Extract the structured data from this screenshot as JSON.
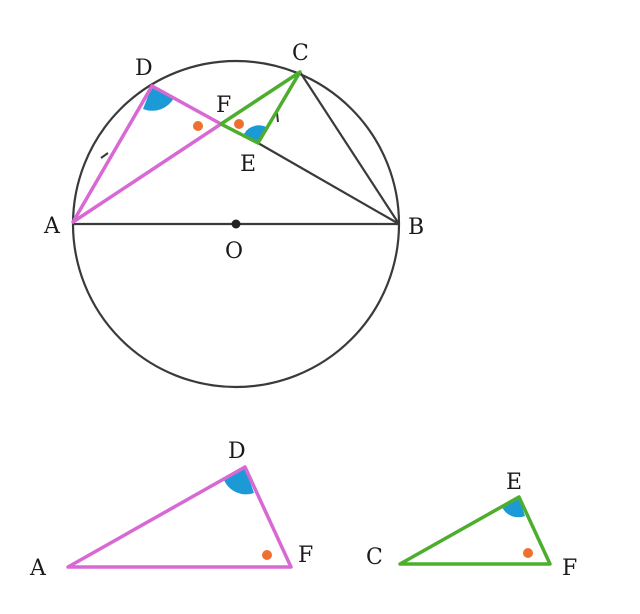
{
  "colors": {
    "circle": "#3a3a3a",
    "black_line": "#3a3a3a",
    "triangle_ADF": "#D868D4",
    "triangle_CEF": "#4DAE2E",
    "angle_arc_fill": "#1C9AD6",
    "angle_dot": "#EE7030"
  },
  "top_figure": {
    "circle": {
      "center_label": "O"
    },
    "points": {
      "A": {
        "label": "A"
      },
      "B": {
        "label": "B"
      },
      "C": {
        "label": "C"
      },
      "D": {
        "label": "D"
      },
      "E": {
        "label": "E"
      },
      "F": {
        "label": "F"
      },
      "O": {
        "label": "O"
      }
    }
  },
  "bottom_left_triangle": {
    "name": "triangle ADF",
    "labels": {
      "A": "A",
      "D": "D",
      "F": "F"
    }
  },
  "bottom_right_triangle": {
    "name": "triangle CEF",
    "labels": {
      "C": "C",
      "E": "E",
      "F": "F"
    }
  }
}
